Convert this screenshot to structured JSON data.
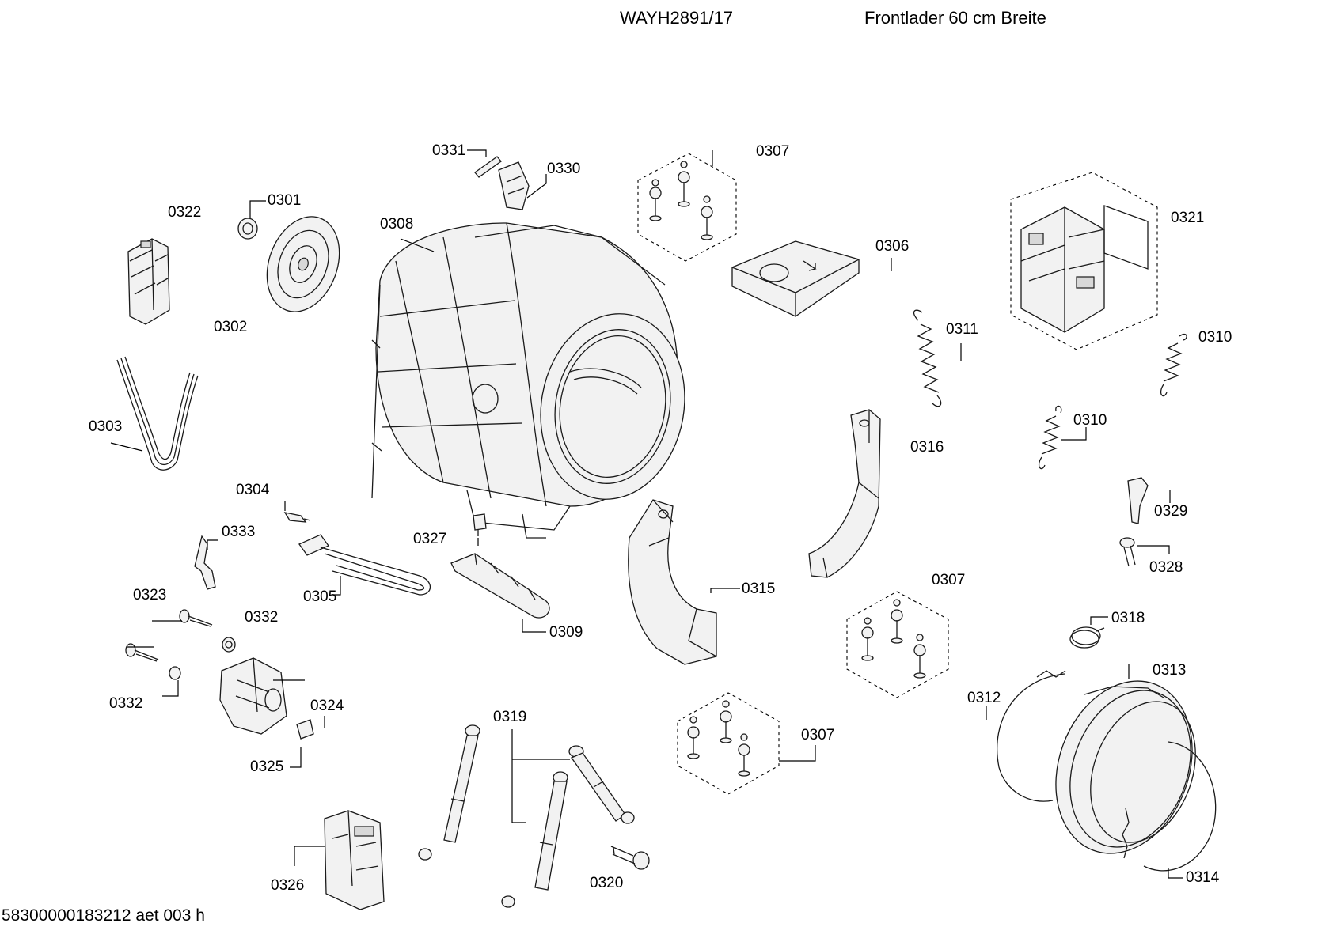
{
  "header": {
    "model": "WAYH2891/17",
    "title": "Frontlader 60 cm Breite"
  },
  "footer": "58300000183212 aet 003 h",
  "callouts": {
    "c0301": "0301",
    "c0302": "0302",
    "c0303": "0303",
    "c0304": "0304",
    "c0305": "0305",
    "c0306": "0306",
    "c0307a": "0307",
    "c0307b": "0307",
    "c0307c": "0307",
    "c0308": "0308",
    "c0309": "0309",
    "c0310a": "0310",
    "c0310b": "0310",
    "c0311": "0311",
    "c0312": "0312",
    "c0313": "0313",
    "c0314": "0314",
    "c0315": "0315",
    "c0316": "0316",
    "c0318": "0318",
    "c0319": "0319",
    "c0320": "0320",
    "c0321": "0321",
    "c0322": "0322",
    "c0323": "0323",
    "c0324": "0324",
    "c0325": "0325",
    "c0326": "0326",
    "c0327": "0327",
    "c0328": "0328",
    "c0329": "0329",
    "c0330": "0330",
    "c0331": "0331",
    "c0332a": "0332",
    "c0332b": "0332",
    "c0333": "0333"
  }
}
